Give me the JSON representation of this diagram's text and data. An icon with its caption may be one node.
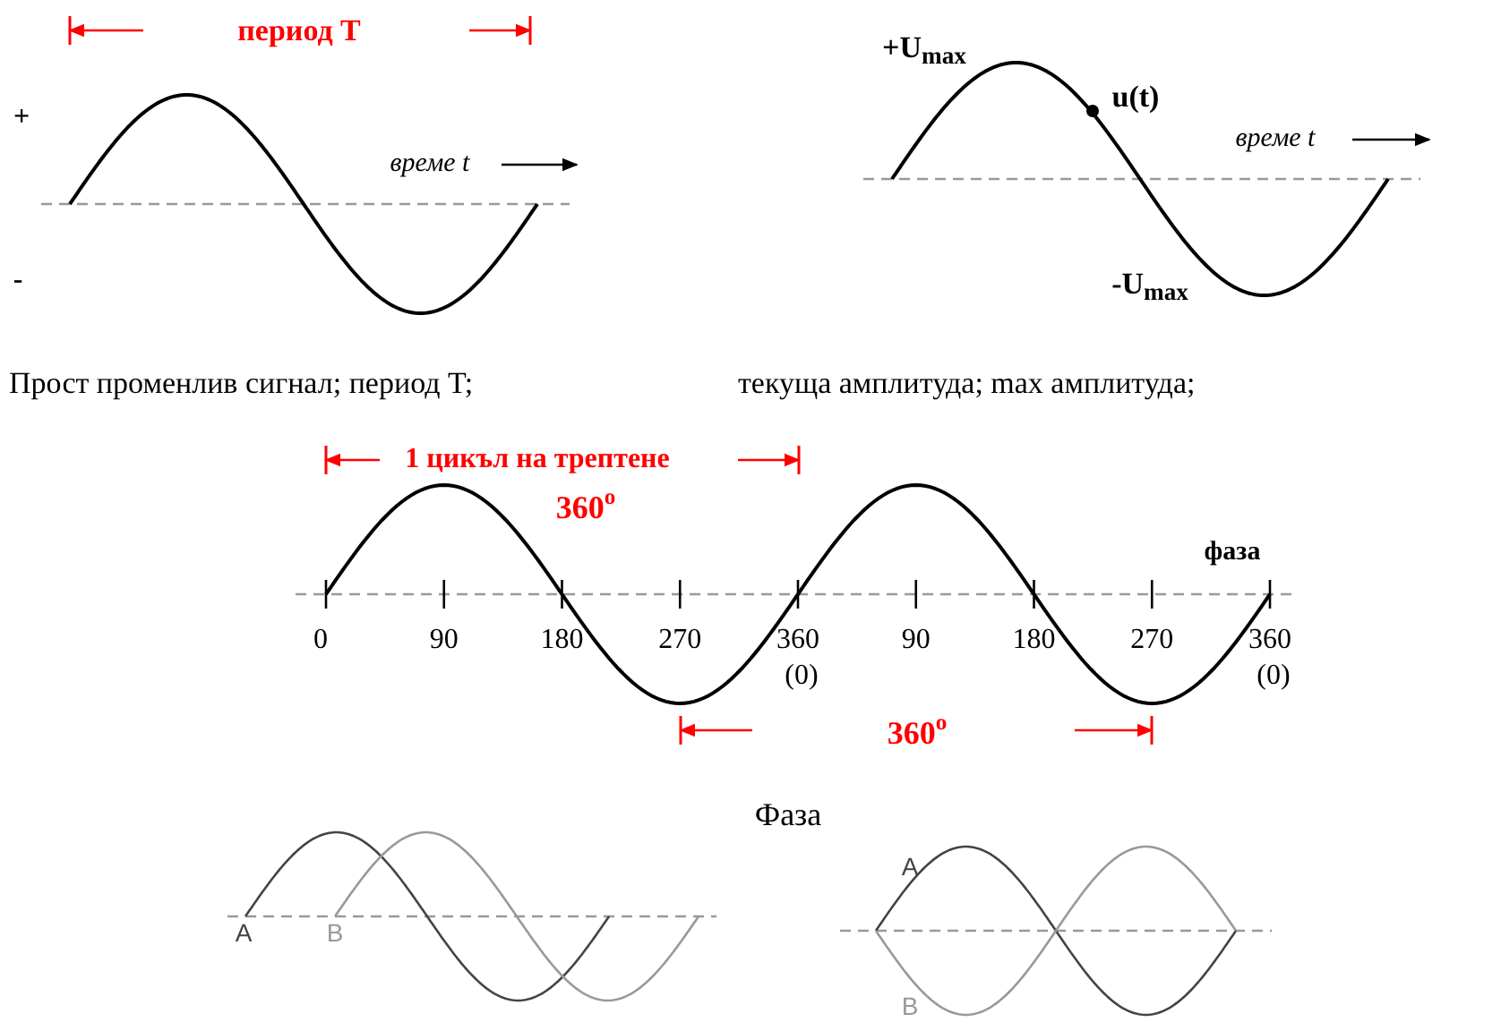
{
  "diagram": {
    "labels": [
      "период T",
      "+",
      "-",
      "време t",
      "+U$_{max}$",
      "u(t)",
      "време t",
      "-U$_{max}$",
      "Прост променлив сигнал; период T;",
      "текуща амплитуда; max амплитуда;",
      "1 цикъл на трептене",
      "360$^{o}$",
      "фаза",
      "0",
      "90",
      "180",
      "270",
      "360",
      "(0)",
      "90",
      "180",
      "270",
      "360",
      "(0)",
      "360$^{o}$",
      "Фаза",
      "A",
      "B",
      "A",
      "B"
    ]
  }
}
